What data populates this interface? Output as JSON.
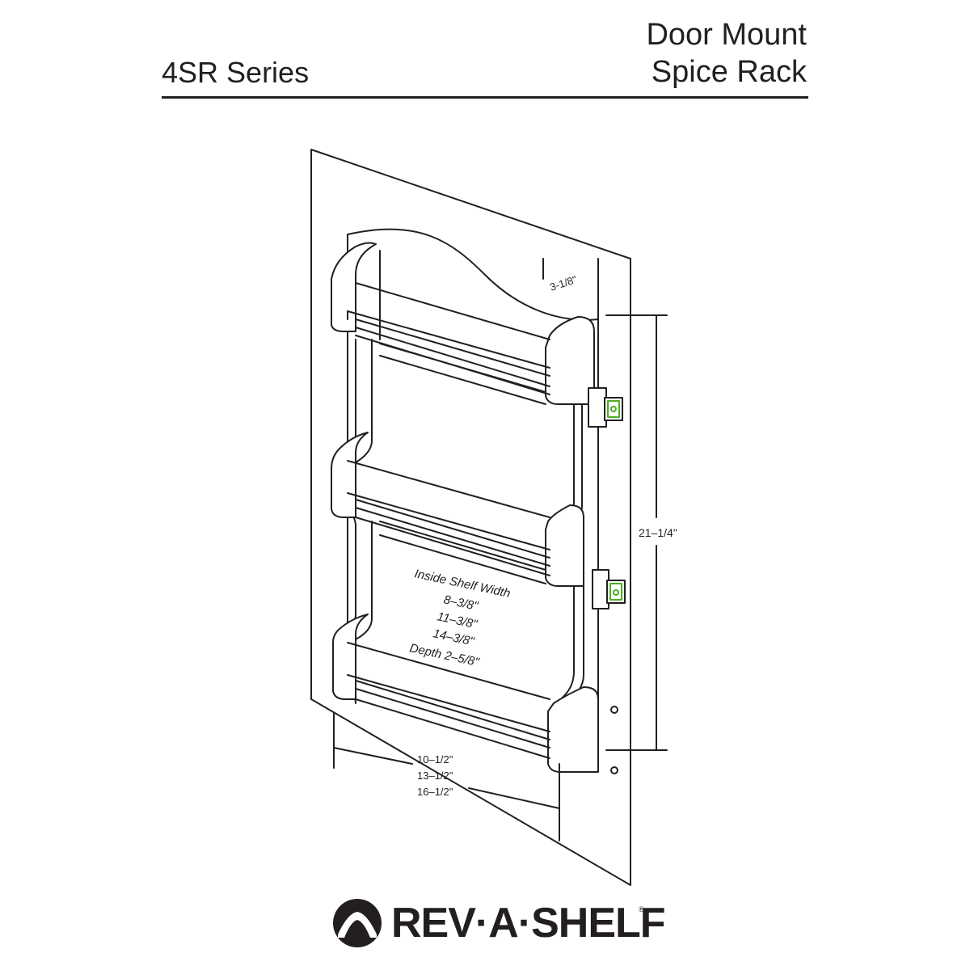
{
  "header": {
    "series": "4SR Series",
    "title_line1": "Door Mount",
    "title_line2": "Spice Rack"
  },
  "dimensions": {
    "top_offset": "3-1/8\"",
    "height": "21–1/4\"",
    "widths": [
      "10–1/2\"",
      "13–1/2\"",
      "16–1/2\""
    ]
  },
  "shelf_note": {
    "heading": "Inside Shelf Width",
    "widths": [
      "8–3/8\"",
      "11–3/8\"",
      "14–3/8\""
    ],
    "depth": "Depth 2–5/8\""
  },
  "brand": {
    "wordmark": "REV·A·SHELF",
    "trademark": "®"
  },
  "colors": {
    "ink": "#231f20",
    "bracket_highlight": "#4caf24"
  }
}
